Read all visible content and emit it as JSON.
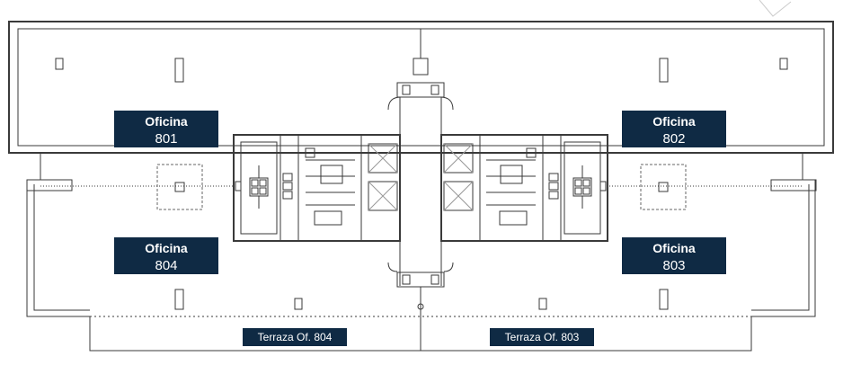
{
  "offices": [
    {
      "id": "801",
      "title": "Oficina",
      "number": "801"
    },
    {
      "id": "802",
      "title": "Oficina",
      "number": "802"
    },
    {
      "id": "804",
      "title": "Oficina",
      "number": "804"
    },
    {
      "id": "803",
      "title": "Oficina",
      "number": "803"
    }
  ],
  "terraces": [
    {
      "label": "Terraza Of. 804"
    },
    {
      "label": "Terraza Of. 803"
    }
  ],
  "colors": {
    "label_bg": "#0f2a44",
    "label_text": "#ffffff",
    "wall": "#3a3a3a",
    "line": "#666666"
  }
}
